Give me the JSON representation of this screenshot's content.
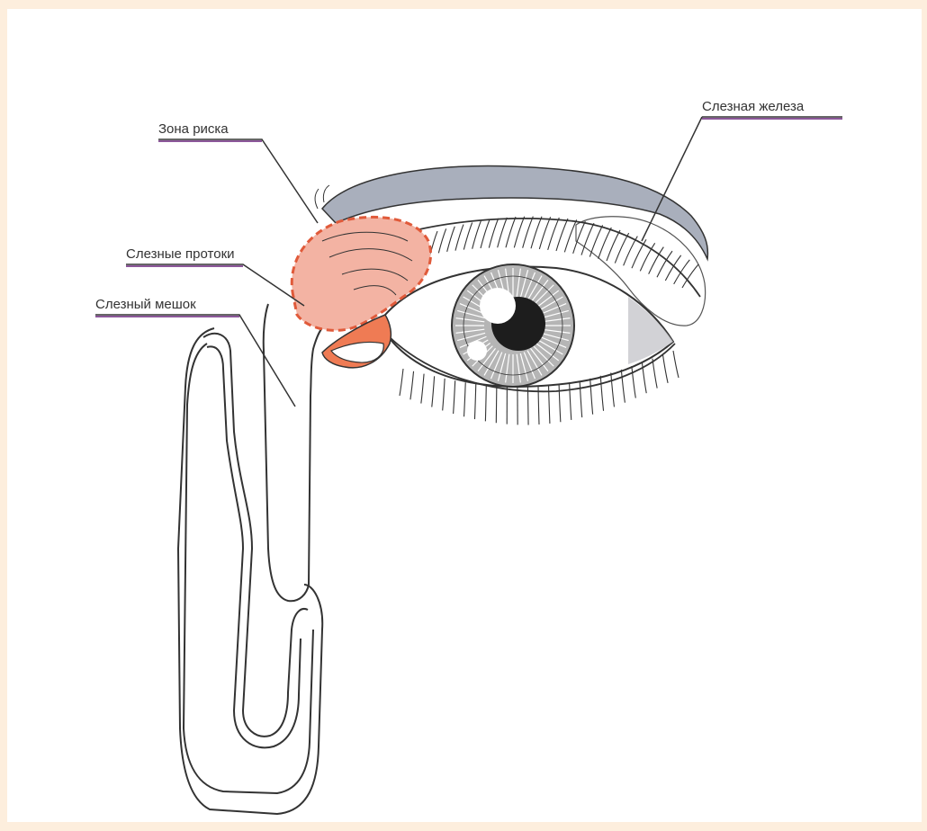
{
  "diagram": {
    "labels": {
      "risk_zone": "Зона риска",
      "lacrimal_ducts": "Слезные протоки",
      "lacrimal_sac": "Слезный мешок",
      "lacrimal_gland": "Слезная железа"
    },
    "colors": {
      "background": "#fdeedd",
      "canvas": "#ffffff",
      "risk_zone_fill": "#f3b3a3",
      "risk_zone_outline": "#e05a3a",
      "eyebrow": "#a9afbc",
      "iris": "#b5b5b5",
      "pupil": "#1d1d1d",
      "line": "#333333"
    }
  }
}
